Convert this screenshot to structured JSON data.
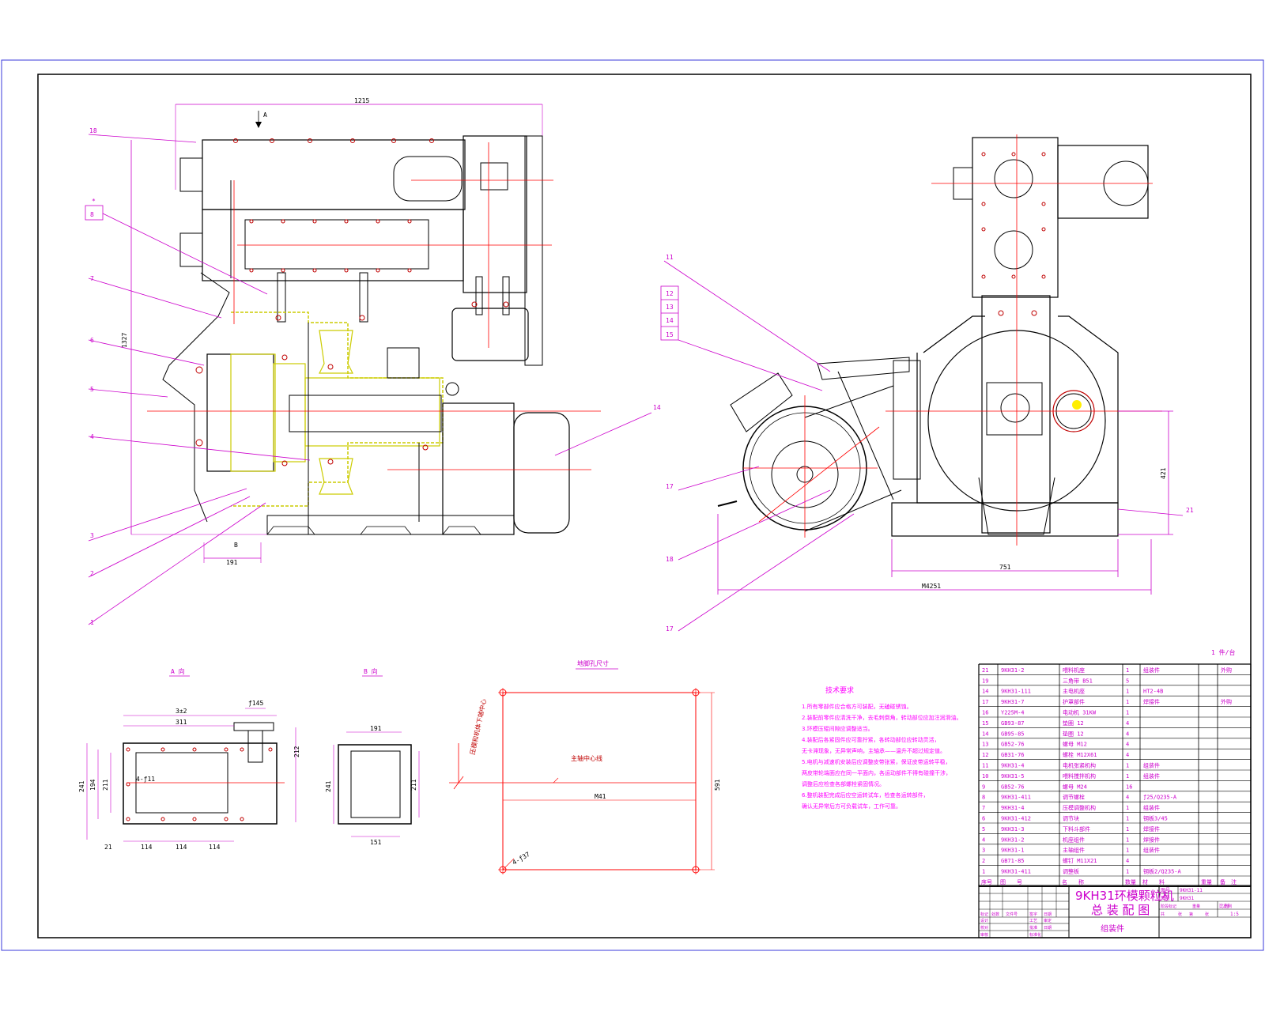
{
  "front_view": {
    "view_marker": "A",
    "dim_overall_length": "1215",
    "dim_height": "1327",
    "dim_base": "191",
    "dim_small": "B",
    "callouts": [
      "18",
      "8",
      "7",
      "6",
      "5",
      "4",
      "3",
      "2",
      "1"
    ],
    "callout_marker": "*",
    "motor_label": "14"
  },
  "side_view": {
    "callouts_left": [
      "11",
      "12",
      "13",
      "14",
      "15",
      "17",
      "18",
      "17"
    ],
    "callout_right": "21",
    "dim_height": "421",
    "dim_width": "751",
    "dim_total": "M4251"
  },
  "section_a": {
    "title": "A 向",
    "dims": [
      "3±2",
      "311",
      "ƒ145",
      "212",
      "241",
      "194",
      "211",
      "4-ƒ11",
      "21",
      "114",
      "114",
      "114"
    ]
  },
  "section_b": {
    "title": "B 向",
    "dims": [
      "191",
      "241",
      "211",
      "151"
    ]
  },
  "foundation": {
    "title": "地脚孔尺寸",
    "side_note": "压模和机体下端中心",
    "center_note": "主轴中心线",
    "dim_width": "M41",
    "dim_height": "591",
    "hole_note": "4-ƒ37"
  },
  "tech_requirements": {
    "heading": "技术要求",
    "lines": [
      "1.所有零部件应合格方可装配，无磕碰锈蚀。",
      "2.装配前零件应清洗干净，去毛刺倒角，转动部位应加注润滑油。",
      "3.环模压辊间隙应调整适当。",
      "4.装配后各紧固件应可靠拧紧，各转动部位应转动灵活，",
      "  无卡滞现象，无异常声响，主轴承——温升不超过规定值。",
      "5.电机与减速机安装后应调整皮带张紧，保证皮带运转平稳，",
      "  两皮带轮端面应在同一平面内，各运动部件不得有碰撞干涉，",
      "  调整后应检查各部螺栓紧固情况。",
      "6.整机装配完成后应空运转试车，检查各运转部件，",
      "  确认无异常后方可负载试车，工作可靠。"
    ]
  },
  "parts_list": {
    "unit_note": "1 件/台",
    "header": [
      "序号",
      "图　　号",
      "名　　称",
      "数量",
      "材　　料",
      "重量",
      "备　注"
    ],
    "rows": [
      [
        "21",
        "9KH31-2",
        "喂料机座",
        "1",
        "组装件",
        "",
        "外购"
      ],
      [
        "19",
        "",
        "三角带 B51",
        "5",
        "",
        "",
        ""
      ],
      [
        "14",
        "9KH31-111",
        "主电机座",
        "1",
        "HT2-4B",
        "",
        ""
      ],
      [
        "17",
        "9KH31-7",
        "护罩部件",
        "1",
        "焊接件",
        "",
        "外购"
      ],
      [
        "16",
        "Y225M-4",
        "电动机 31KW",
        "1",
        "",
        "",
        ""
      ],
      [
        "15",
        "GB93-87",
        "垫圈 12",
        "4",
        "",
        "",
        ""
      ],
      [
        "14",
        "GB95-85",
        "垫圈 12",
        "4",
        "",
        "",
        ""
      ],
      [
        "13",
        "GB52-76",
        "螺母 M12",
        "4",
        "",
        "",
        ""
      ],
      [
        "12",
        "GB31-76",
        "螺栓 M12X61",
        "4",
        "",
        "",
        ""
      ],
      [
        "11",
        "9KH31-4",
        "电机张紧机构",
        "1",
        "组装件",
        "",
        ""
      ],
      [
        "10",
        "9KH31-5",
        "喂料搅拌机构",
        "1",
        "组装件",
        "",
        ""
      ],
      [
        "9",
        "GB52-76",
        "螺母 M24",
        "16",
        "",
        "",
        ""
      ],
      [
        "8",
        "9KH31-411",
        "调节螺栓",
        "4",
        "ƒ25/Q235-A",
        "",
        ""
      ],
      [
        "7",
        "9KH31-4",
        "压模调整机构",
        "1",
        "组装件",
        "",
        ""
      ],
      [
        "6",
        "9KH31-412",
        "调节块",
        "1",
        "钢板3/45",
        "",
        ""
      ],
      [
        "5",
        "9KH31-3",
        "下料斗部件",
        "1",
        "焊接件",
        "",
        ""
      ],
      [
        "4",
        "9KH31-2",
        "机座组件",
        "1",
        "焊接件",
        "",
        ""
      ],
      [
        "3",
        "9KH31-1",
        "主轴组件",
        "1",
        "组装件",
        "",
        ""
      ],
      [
        "2",
        "GB71-85",
        "螺钉 M11X21",
        "4",
        "",
        "",
        ""
      ],
      [
        "1",
        "9KH31-411",
        "调整板",
        "1",
        "钢板2/Q235-A",
        "",
        ""
      ]
    ]
  },
  "title_block": {
    "title_line1": "9KH31环模颗粒机",
    "title_line2": "总 装 配 图",
    "subtitle": "组装件",
    "drawing_no_label": "图号",
    "drawing_no": "9KH31-11",
    "assembly_label": "图号",
    "assembly_no": "9KH31",
    "scale_label": "比例",
    "scale": "1:5",
    "rev_labels": [
      "标记",
      "处数",
      "文件号",
      "签字",
      "日期"
    ],
    "sign_labels": [
      "设计",
      "校对",
      "审核",
      "工艺",
      "批准",
      "标准化",
      "审定",
      "日期"
    ],
    "stage_labels": [
      "阶段标记",
      "重量",
      "比例",
      "共",
      "张",
      "第",
      "张"
    ]
  },
  "colors": {
    "frame": "#000000",
    "outer_frame": "#3a3adb",
    "outline": "#000000",
    "dimension": "#cc00cc",
    "centerline": "#ff0000",
    "callout": "#cc00cc",
    "housing": "#cccc00",
    "highlight": "#ffee00"
  }
}
